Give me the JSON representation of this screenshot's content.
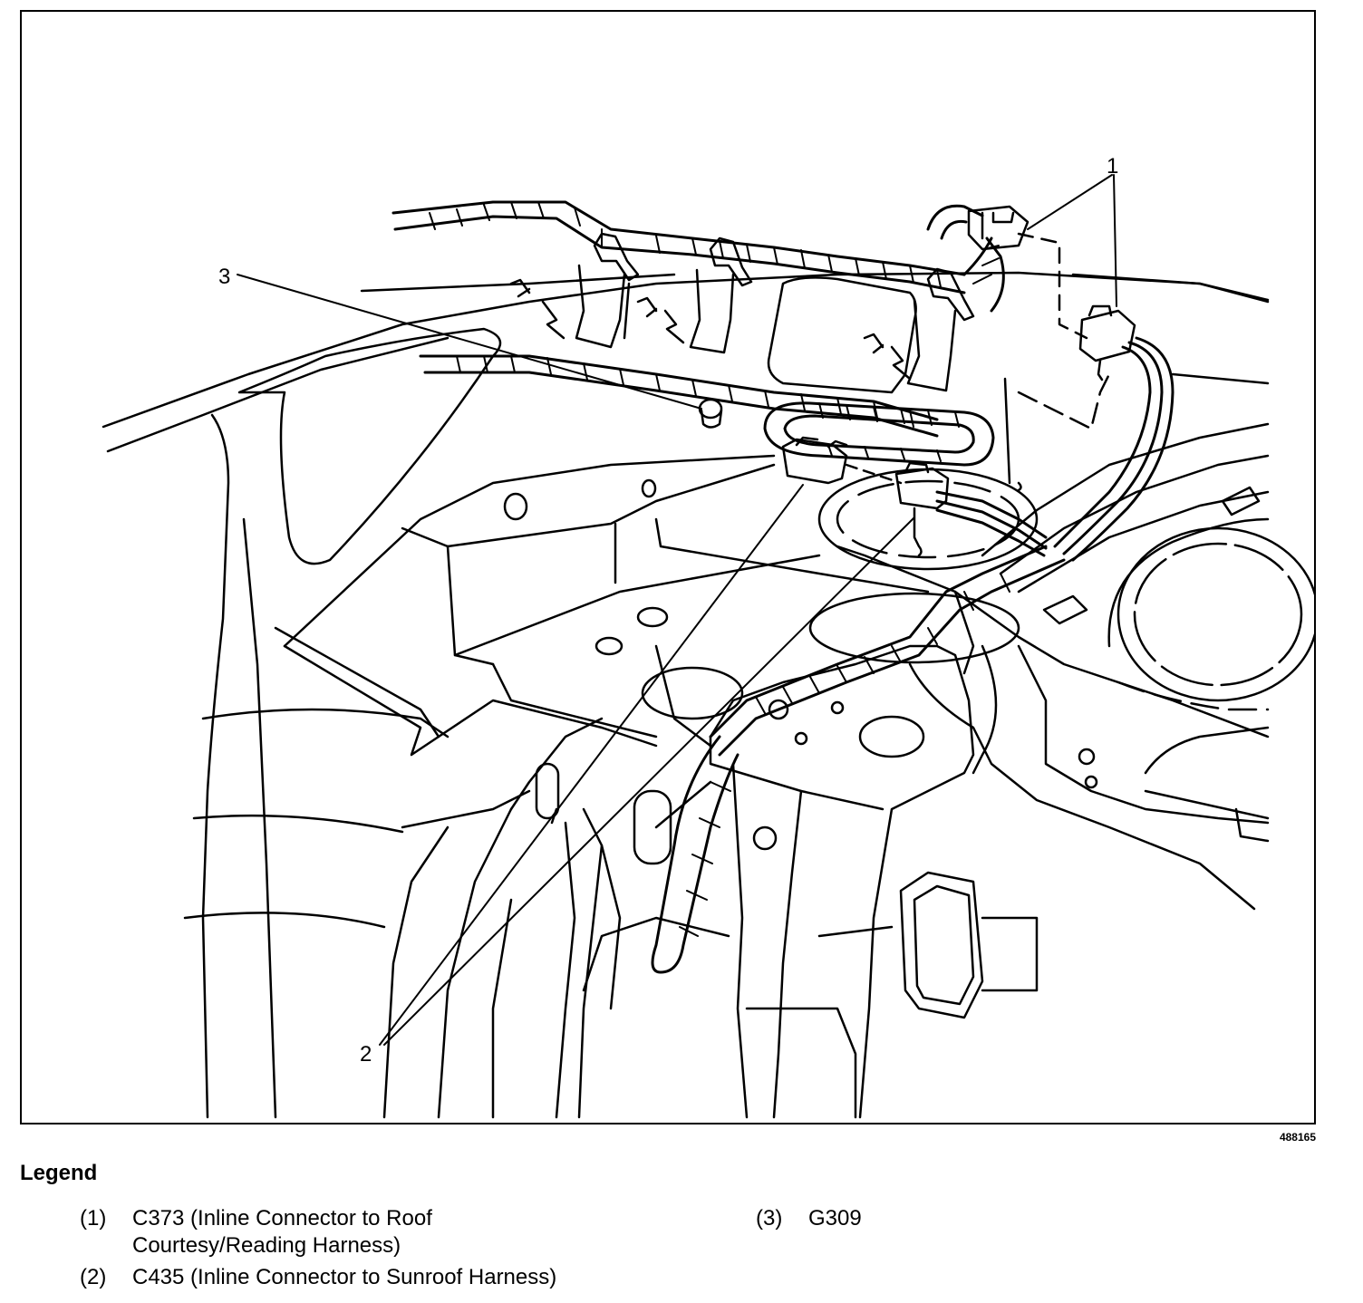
{
  "figure": {
    "id": "488165",
    "callouts": [
      "1",
      "2",
      "3"
    ]
  },
  "legend": {
    "title": "Legend",
    "items": [
      {
        "num": "(1)",
        "text": "C373 (Inline Connector to Roof Courtesy/Reading Harness)"
      },
      {
        "num": "(2)",
        "text": "C435 (Inline Connector to Sunroof Harness)"
      },
      {
        "num": "(3)",
        "text": "G309"
      }
    ]
  }
}
